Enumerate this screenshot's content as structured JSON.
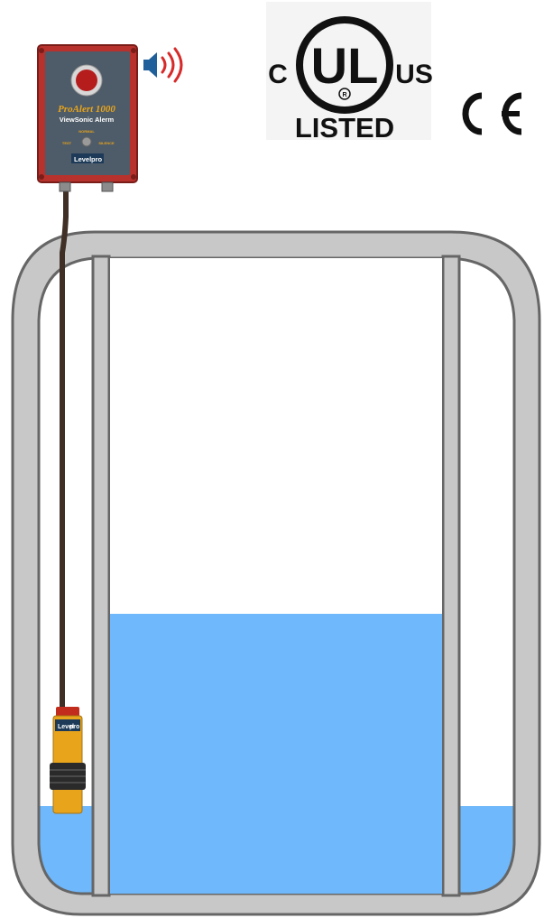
{
  "alarm": {
    "model": "ProAlert 1000",
    "subtitle": "ViewSonic Alerm",
    "status_label": "NORMAL",
    "test_label": "TEST",
    "silence_label": "SILENCE",
    "brand_left": "Level",
    "brand_right": "pro"
  },
  "sensor": {
    "brand_left": "Level",
    "brand_right": "pro"
  },
  "certifications": {
    "ul_left": "C",
    "ul_mark": "UL",
    "ul_right": "US",
    "ul_listed": "LISTED",
    "ul_registered": "R",
    "ce_mark": "CE"
  },
  "tank": {
    "inner_fill_fraction": 0.44,
    "outer_fill_fraction": 0.1
  },
  "colors": {
    "water": "#6fb8fb",
    "frame": "#c8c8c8",
    "frame_stroke": "#666666",
    "alarm_box": "#b8322d",
    "alarm_face": "#4e5b68",
    "sensor": "#e8a51c",
    "sound_waves": "#d62b2b",
    "cable": "#3f2f25"
  }
}
